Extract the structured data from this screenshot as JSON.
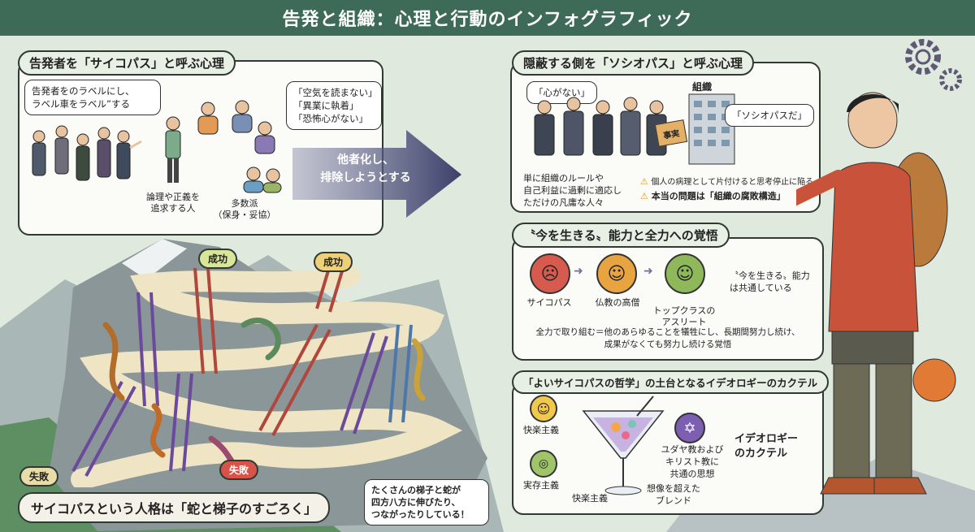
{
  "title": "告発と組織：心理と行動のインフォグラフィック",
  "left_panel": {
    "heading": "告発者を「サイコパス」と呼ぶ心理",
    "bubble_label": [
      "告発者をのラベルにし、",
      "ラベル車をラベル”する"
    ],
    "bubble_crowd": [
      "「空気を読まない」",
      "「異業に執着」",
      "「恐怖心がない」"
    ],
    "logic_person": [
      "論理や正義を",
      "追求する人"
    ],
    "majority": [
      "多数派",
      "（保身・妥協）"
    ]
  },
  "center_arrow": [
    "他者化し、",
    "排除しようとする"
  ],
  "board": {
    "success_1": "成功",
    "success_2": "成功",
    "fail_1": "失敗",
    "fail_2": "失敗",
    "caption": "サイコパスという人格は「蛇と梯子のすごろく」",
    "note": [
      "たくさんの梯子と蛇が",
      "四方八方に伸びたり、",
      "つながったりしている！"
    ]
  },
  "sociopath_panel": {
    "heading": "隠蔽する側を「ソシオパス」と呼ぶ心理",
    "bubble_heart": "「心がない」",
    "org_label": "組織",
    "bubble_socio": "「ソシオパスだ」",
    "document_label": "事実",
    "ordinary": [
      "単に組織のルールや",
      "自己利益に過剰に適応し",
      "ただけの凡庸な人々"
    ],
    "warning_1": "個人の病理として片付けると思考停止に陥る",
    "warning_2": "本当の問題は「組織の腐敗構造」"
  },
  "live_panel": {
    "heading": "〝今を生きる〟能力と全力への覚悟",
    "people": [
      "サイコパス",
      "仏教の高僧",
      "トップクラスの\nアスリート"
    ],
    "common": [
      "〝今を生きる〟能力",
      "は共通している"
    ],
    "resolve": [
      "全力で取り組む＝他のあらゆることを犠牲にし、長期間努力し続け、",
      "成果がなくても努力し続ける覚悟"
    ]
  },
  "cocktail_panel": {
    "heading": "「よいサイコパスの哲学」の土台となるイデオロギーのカクテル",
    "hedonism_1": "快楽主義",
    "existentialism": "実存主義",
    "hedonism_2": "快楽主義",
    "judaism": [
      "ユダヤ教および",
      "キリスト教に",
      "共通の思想"
    ],
    "blend": [
      "想像を超えた",
      "ブレンド"
    ],
    "ideology": [
      "イデオロギー",
      "のカクテル"
    ]
  },
  "colors": {
    "title_bg": "#3d6b57",
    "panel_bg": "#fbfcf7",
    "arrow": "#4a4e7a",
    "success_tag": "#d9e59a",
    "fail_tag": "#d6534a"
  }
}
